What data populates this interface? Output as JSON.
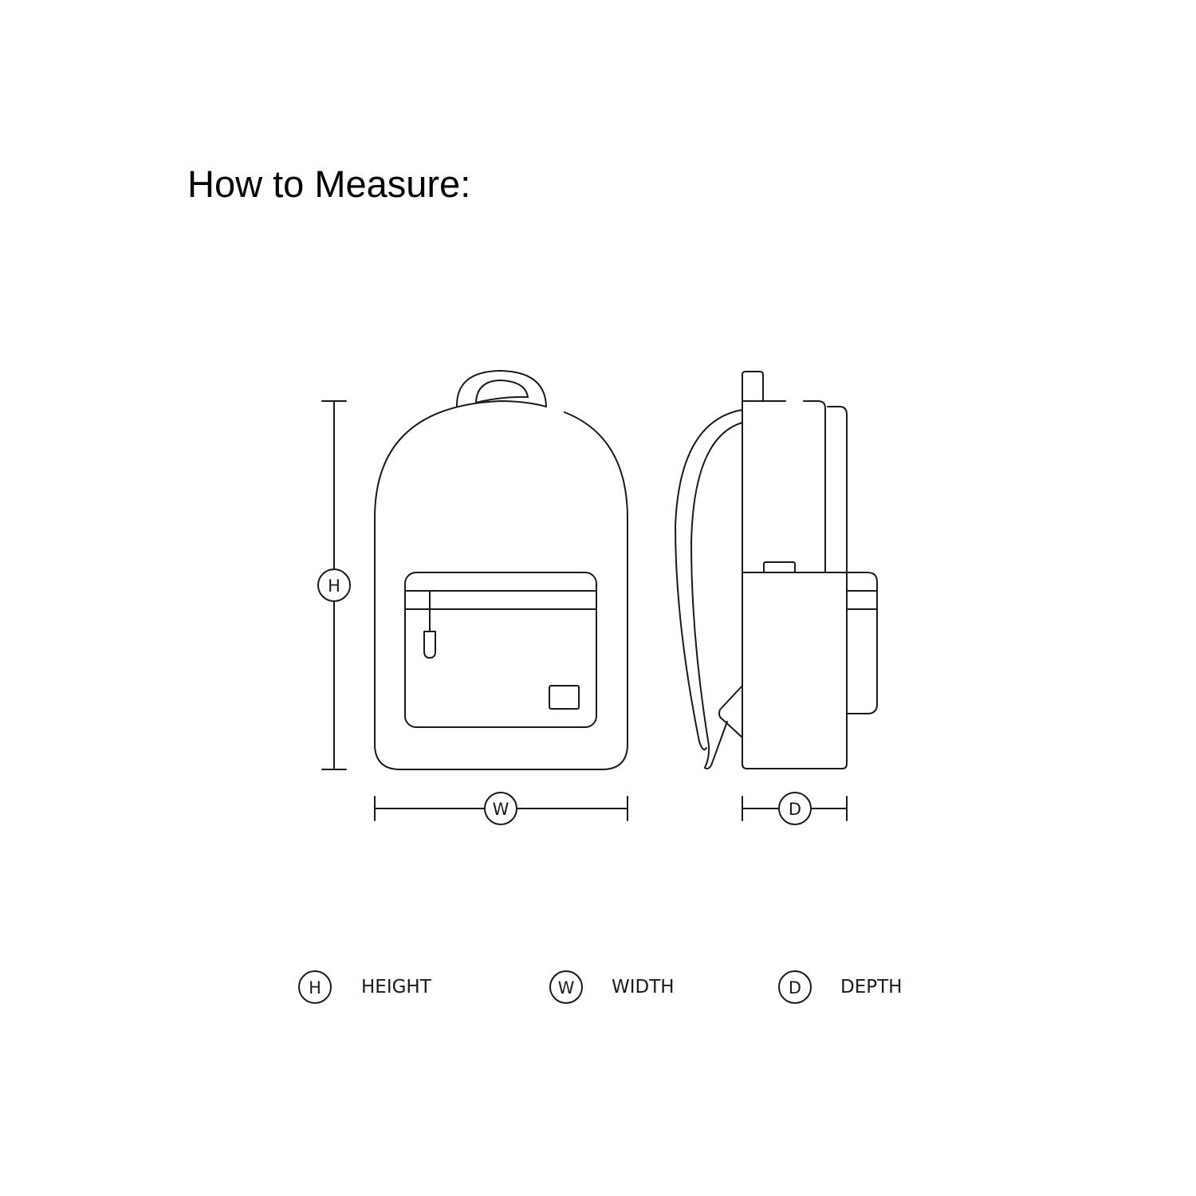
{
  "title": "How to Measure:",
  "dimensions": {
    "height": {
      "symbol": "H",
      "label": "HEIGHT"
    },
    "width": {
      "symbol": "W",
      "label": "WIDTH"
    },
    "depth": {
      "symbol": "D",
      "label": "DEPTH"
    }
  },
  "colors": {
    "line": "#1a1a1a",
    "background": "#ffffff"
  }
}
